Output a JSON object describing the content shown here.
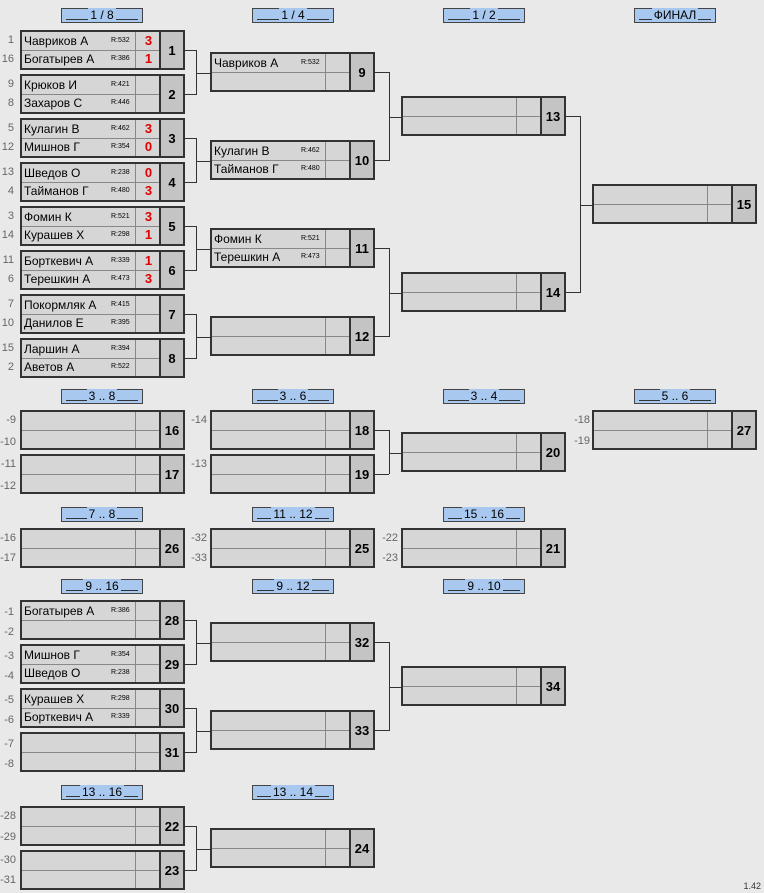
{
  "headers": [
    {
      "id": "h1",
      "label": "1 / 8"
    },
    {
      "id": "h2",
      "label": "1 / 4"
    },
    {
      "id": "h3",
      "label": "1 / 2"
    },
    {
      "id": "h4",
      "label": "ФИНАЛ"
    },
    {
      "id": "h5",
      "label": "3 .. 8"
    },
    {
      "id": "h6",
      "label": "3 .. 6"
    },
    {
      "id": "h7",
      "label": "3 .. 4"
    },
    {
      "id": "h8",
      "label": "5 .. 6"
    },
    {
      "id": "h9",
      "label": "7 .. 8"
    },
    {
      "id": "h10",
      "label": "11 .. 12"
    },
    {
      "id": "h11",
      "label": "15 .. 16"
    },
    {
      "id": "h12",
      "label": "9 .. 16"
    },
    {
      "id": "h13",
      "label": "9 .. 12"
    },
    {
      "id": "h14",
      "label": "9 .. 10"
    },
    {
      "id": "h15",
      "label": "13 .. 16"
    },
    {
      "id": "h16",
      "label": "13 .. 14"
    }
  ],
  "matches": [
    {
      "no": "1",
      "p1": {
        "name": "Чавриков А",
        "rating": "R:532",
        "score": "3"
      },
      "p2": {
        "name": "Богатырев А",
        "rating": "R:386",
        "score": "1"
      }
    },
    {
      "no": "2",
      "p1": {
        "name": "Крюков И",
        "rating": "R:421",
        "score": ""
      },
      "p2": {
        "name": "Захаров С",
        "rating": "R:446",
        "score": ""
      }
    },
    {
      "no": "3",
      "p1": {
        "name": "Кулагин В",
        "rating": "R:462",
        "score": "3"
      },
      "p2": {
        "name": "Мишнов Г",
        "rating": "R:354",
        "score": "0"
      }
    },
    {
      "no": "4",
      "p1": {
        "name": "Шведов О",
        "rating": "R:238",
        "score": "0"
      },
      "p2": {
        "name": "Тайманов Г",
        "rating": "R:480",
        "score": "3"
      }
    },
    {
      "no": "5",
      "p1": {
        "name": "Фомин К",
        "rating": "R:521",
        "score": "3"
      },
      "p2": {
        "name": "Курашев Х",
        "rating": "R:298",
        "score": "1"
      }
    },
    {
      "no": "6",
      "p1": {
        "name": "Борткевич А",
        "rating": "R:339",
        "score": "1"
      },
      "p2": {
        "name": "Терешкин А",
        "rating": "R:473",
        "score": "3"
      }
    },
    {
      "no": "7",
      "p1": {
        "name": "Покормляк А",
        "rating": "R:415",
        "score": ""
      },
      "p2": {
        "name": "Данилов Е",
        "rating": "R:395",
        "score": ""
      }
    },
    {
      "no": "8",
      "p1": {
        "name": "Ларшин А",
        "rating": "R:394",
        "score": ""
      },
      "p2": {
        "name": "Аветов А",
        "rating": "R:522",
        "score": ""
      }
    },
    {
      "no": "9",
      "p1": {
        "name": "Чавриков А",
        "rating": "R:532",
        "score": ""
      },
      "p2": {
        "name": "",
        "rating": "",
        "score": ""
      }
    },
    {
      "no": "10",
      "p1": {
        "name": "Кулагин В",
        "rating": "R:462",
        "score": ""
      },
      "p2": {
        "name": "Тайманов Г",
        "rating": "R:480",
        "score": ""
      }
    },
    {
      "no": "11",
      "p1": {
        "name": "Фомин К",
        "rating": "R:521",
        "score": ""
      },
      "p2": {
        "name": "Терешкин А",
        "rating": "R:473",
        "score": ""
      }
    },
    {
      "no": "12",
      "p1": {
        "name": "",
        "rating": "",
        "score": ""
      },
      "p2": {
        "name": "",
        "rating": "",
        "score": ""
      }
    },
    {
      "no": "13",
      "p1": {
        "name": "",
        "rating": "",
        "score": ""
      },
      "p2": {
        "name": "",
        "rating": "",
        "score": ""
      }
    },
    {
      "no": "14",
      "p1": {
        "name": "",
        "rating": "",
        "score": ""
      },
      "p2": {
        "name": "",
        "rating": "",
        "score": ""
      }
    },
    {
      "no": "15",
      "p1": {
        "name": "",
        "rating": "",
        "score": ""
      },
      "p2": {
        "name": "",
        "rating": "",
        "score": ""
      }
    },
    {
      "no": "16",
      "p1": {
        "name": "",
        "rating": "",
        "score": ""
      },
      "p2": {
        "name": "",
        "rating": "",
        "score": ""
      }
    },
    {
      "no": "17",
      "p1": {
        "name": "",
        "rating": "",
        "score": ""
      },
      "p2": {
        "name": "",
        "rating": "",
        "score": ""
      }
    },
    {
      "no": "18",
      "p1": {
        "name": "",
        "rating": "",
        "score": ""
      },
      "p2": {
        "name": "",
        "rating": "",
        "score": ""
      }
    },
    {
      "no": "19",
      "p1": {
        "name": "",
        "rating": "",
        "score": ""
      },
      "p2": {
        "name": "",
        "rating": "",
        "score": ""
      }
    },
    {
      "no": "20",
      "p1": {
        "name": "",
        "rating": "",
        "score": ""
      },
      "p2": {
        "name": "",
        "rating": "",
        "score": ""
      }
    },
    {
      "no": "27",
      "p1": {
        "name": "",
        "rating": "",
        "score": ""
      },
      "p2": {
        "name": "",
        "rating": "",
        "score": ""
      }
    },
    {
      "no": "26",
      "p1": {
        "name": "",
        "rating": "",
        "score": ""
      },
      "p2": {
        "name": "",
        "rating": "",
        "score": ""
      }
    },
    {
      "no": "25",
      "p1": {
        "name": "",
        "rating": "",
        "score": ""
      },
      "p2": {
        "name": "",
        "rating": "",
        "score": ""
      }
    },
    {
      "no": "21",
      "p1": {
        "name": "",
        "rating": "",
        "score": ""
      },
      "p2": {
        "name": "",
        "rating": "",
        "score": ""
      }
    },
    {
      "no": "28",
      "p1": {
        "name": "Богатырев А",
        "rating": "R:386",
        "score": ""
      },
      "p2": {
        "name": "",
        "rating": "",
        "score": ""
      }
    },
    {
      "no": "29",
      "p1": {
        "name": "Мишнов Г",
        "rating": "R:354",
        "score": ""
      },
      "p2": {
        "name": "Шведов О",
        "rating": "R:238",
        "score": ""
      }
    },
    {
      "no": "30",
      "p1": {
        "name": "Курашев Х",
        "rating": "R:298",
        "score": ""
      },
      "p2": {
        "name": "Борткевич А",
        "rating": "R:339",
        "score": ""
      }
    },
    {
      "no": "31",
      "p1": {
        "name": "",
        "rating": "",
        "score": ""
      },
      "p2": {
        "name": "",
        "rating": "",
        "score": ""
      }
    },
    {
      "no": "32",
      "p1": {
        "name": "",
        "rating": "",
        "score": ""
      },
      "p2": {
        "name": "",
        "rating": "",
        "score": ""
      }
    },
    {
      "no": "33",
      "p1": {
        "name": "",
        "rating": "",
        "score": ""
      },
      "p2": {
        "name": "",
        "rating": "",
        "score": ""
      }
    },
    {
      "no": "34",
      "p1": {
        "name": "",
        "rating": "",
        "score": ""
      },
      "p2": {
        "name": "",
        "rating": "",
        "score": ""
      }
    },
    {
      "no": "22",
      "p1": {
        "name": "",
        "rating": "",
        "score": ""
      },
      "p2": {
        "name": "",
        "rating": "",
        "score": ""
      }
    },
    {
      "no": "23",
      "p1": {
        "name": "",
        "rating": "",
        "score": ""
      },
      "p2": {
        "name": "",
        "rating": "",
        "score": ""
      }
    },
    {
      "no": "24",
      "p1": {
        "name": "",
        "rating": "",
        "score": ""
      },
      "p2": {
        "name": "",
        "rating": "",
        "score": ""
      }
    }
  ],
  "seeds": [
    "1",
    "16",
    "9",
    "8",
    "5",
    "12",
    "13",
    "4",
    "3",
    "14",
    "11",
    "6",
    "7",
    "10",
    "15",
    "2",
    "-9",
    "-10",
    "-11",
    "-12",
    "-14",
    "-13",
    "-18",
    "-19",
    "-16",
    "-17",
    "-32",
    "-33",
    "-22",
    "-23",
    "-1",
    "-2",
    "-3",
    "-4",
    "-5",
    "-6",
    "-7",
    "-8",
    "-28",
    "-29",
    "-30",
    "-31"
  ],
  "version": "1.42",
  "colors": {
    "header_bg": "#a8c8ef",
    "box_bg": "#d6d6d6",
    "num_bg": "#c4c4c4",
    "score": "#e00000",
    "page_bg": "#e9e9e9"
  }
}
